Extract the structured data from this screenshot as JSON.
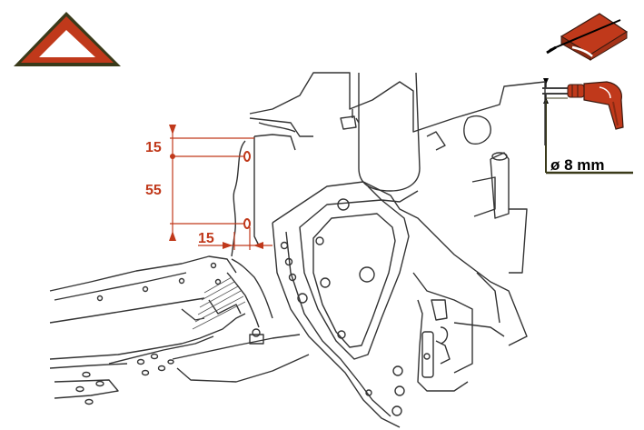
{
  "colors": {
    "accent": "#c0391b",
    "drawing": "#333333",
    "shadow": "#555555",
    "warning_fill": "#c0391b",
    "warning_border": "#3a3a1a",
    "dark_box": "#3a3a1a"
  },
  "icons": {
    "warning": "warning-triangle-icon",
    "chisel": "chisel-cut-icon",
    "drill": "drill-icon"
  },
  "dimensions": {
    "top_offset": "15",
    "hole_spacing": "55",
    "side_offset": "15",
    "drill_diameter": "ø 8 mm"
  }
}
